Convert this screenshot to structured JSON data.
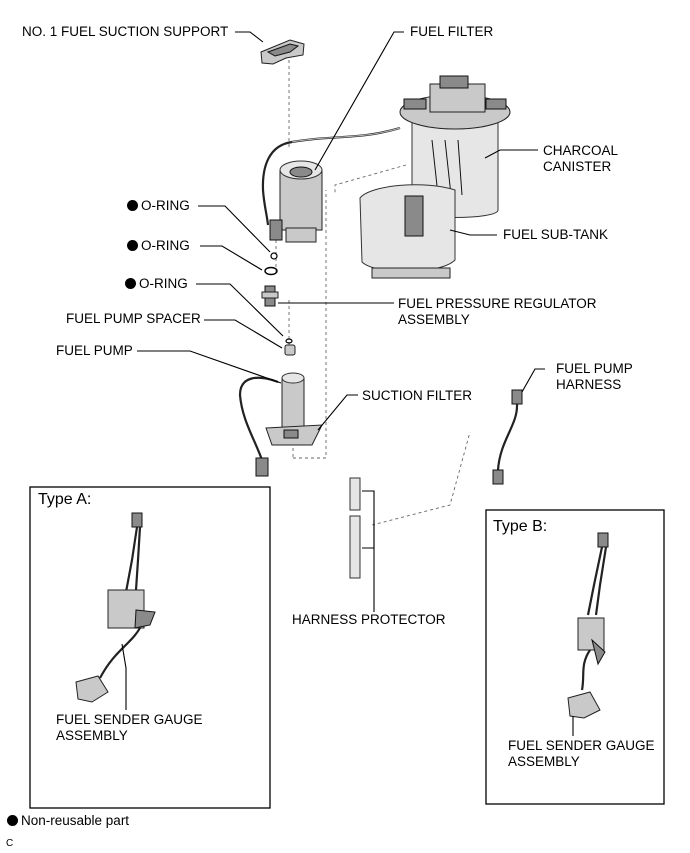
{
  "labels": {
    "suction_support": "NO. 1 FUEL SUCTION SUPPORT",
    "fuel_filter": "FUEL FILTER",
    "charcoal_canister": "CHARCOAL CANISTER",
    "o_ring": "O-RING",
    "fuel_sub_tank": "FUEL SUB-TANK",
    "pressure_regulator": "FUEL PRESSURE REGULATOR ASSEMBLY",
    "pump_spacer": "FUEL PUMP SPACER",
    "fuel_pump": "FUEL PUMP",
    "suction_filter": "SUCTION FILTER",
    "pump_harness": "FUEL PUMP HARNESS",
    "harness_protector": "HARNESS PROTECTOR",
    "sender_gauge": "FUEL SENDER GAUGE ASSEMBLY"
  },
  "type_a": {
    "title": "Type A:"
  },
  "type_b": {
    "title": "Type B:"
  },
  "legend": {
    "text": "Non-reusable part"
  },
  "code": "C"
}
